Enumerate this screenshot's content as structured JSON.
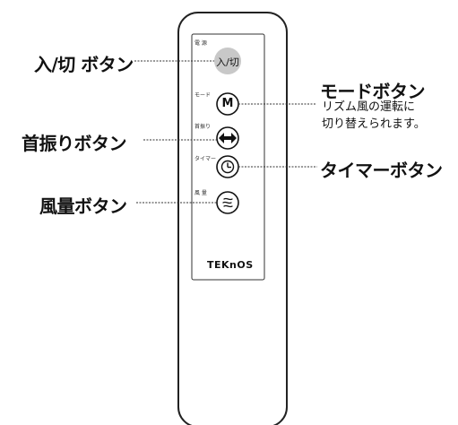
{
  "remote": {
    "power_label": "電 源",
    "power_button": "入/切",
    "mode_label": "モード",
    "mode_button": "M",
    "swing_label": "首振り",
    "timer_label": "タイマー",
    "wind_label": "風 量",
    "brand": "TEKnOS"
  },
  "callouts": {
    "power": "入/切 ボタン",
    "mode": "モードボタン",
    "mode_desc_1": "リズム風の運転に",
    "mode_desc_2": "切り替えられます。",
    "swing": "首振りボタン",
    "timer": "タイマーボタン",
    "wind": "風量ボタン"
  }
}
